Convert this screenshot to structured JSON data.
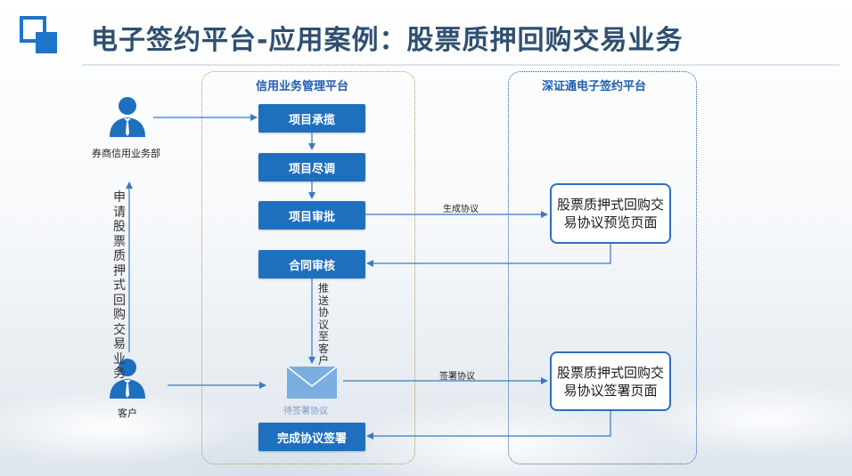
{
  "header": {
    "title": "电子签约平台-应用案例：股票质押回购交易业务"
  },
  "panels": {
    "left": {
      "title": "信用业务管理平台"
    },
    "right": {
      "title": "深证通电子签约平台"
    }
  },
  "actors": {
    "broker": {
      "label": "券商信用业务部"
    },
    "customer": {
      "label": "客户"
    }
  },
  "side_note": "申请股票质押式回购交易业务",
  "steps": {
    "project_intake": "项目承揽",
    "due_diligence": "项目尽调",
    "approval": "项目审批",
    "contract_review": "合同审核",
    "complete_signing": "完成协议签署"
  },
  "push_note": "推送协议至客户",
  "envelope": {
    "label": "待签署协议"
  },
  "docs": {
    "preview": "股票质押式回购交易协议预览页面",
    "sign": "股票质押式回购交易协议签署页面"
  },
  "edges": {
    "generate": "生成协议",
    "sign": "签署协议"
  },
  "colors": {
    "primary": "#1f6fbf",
    "accent": "#1e74c8",
    "title": "#2f4f6f"
  }
}
